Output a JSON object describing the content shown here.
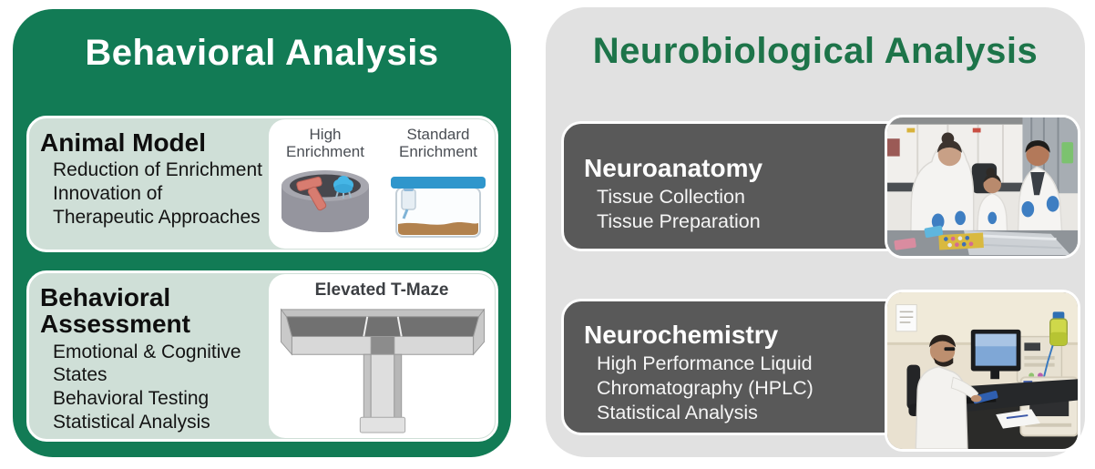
{
  "left_panel": {
    "title": "Behavioral Analysis",
    "panel_color": "#127B55",
    "card_color": "#CFDFD7",
    "cards": [
      {
        "heading": "Animal Model",
        "items": [
          "Reduction of Enrichment",
          "Innovation of Therapeutic Approaches"
        ],
        "illustration": {
          "name": "enrichment-comparison-illustration",
          "labels": [
            "High Enrichment",
            "Standard Enrichment"
          ]
        }
      },
      {
        "heading": "Behavioral Assessment",
        "items": [
          "Emotional & Cognitive States",
          "Behavioral Testing",
          "Statistical Analysis"
        ],
        "illustration": {
          "name": "elevated-t-maze-illustration",
          "labels": [
            "Elevated T-Maze"
          ]
        }
      }
    ]
  },
  "right_panel": {
    "title": "Neurobiological Analysis",
    "title_color": "#1D7449",
    "panel_color": "#E1E1E1",
    "card_color": "#595959",
    "cards": [
      {
        "heading": "Neuroanatomy",
        "items": [
          "Tissue Collection",
          "Tissue Preparation"
        ],
        "photo": "lab-team-bench-photo"
      },
      {
        "heading": "Neurochemistry",
        "items": [
          "High Performance Liquid Chromatography (HPLC)",
          "Statistical Analysis"
        ],
        "photo": "hplc-workstation-photo"
      }
    ]
  }
}
